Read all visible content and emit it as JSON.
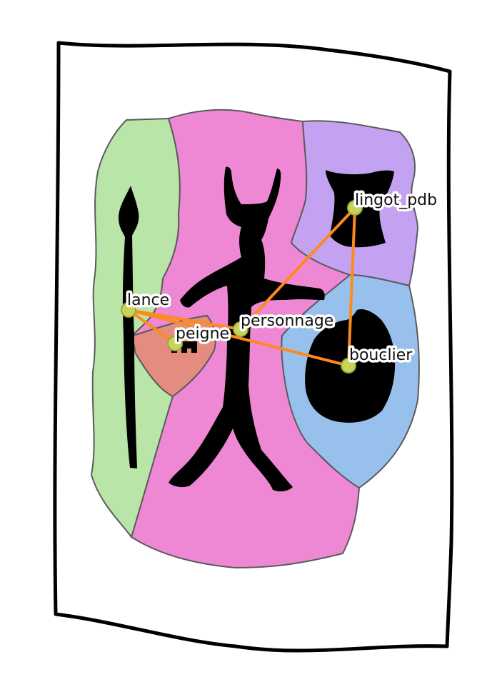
{
  "diagram": {
    "nodes": [
      {
        "id": "lance",
        "label": "lance"
      },
      {
        "id": "peigne",
        "label": "peigne"
      },
      {
        "id": "personnage",
        "label": "personnage"
      },
      {
        "id": "lingot_pdb",
        "label": "lingot_pdb"
      },
      {
        "id": "bouclier",
        "label": "bouclier"
      }
    ],
    "edges": [
      {
        "from": "lance",
        "to": "peigne"
      },
      {
        "from": "lance",
        "to": "personnage"
      },
      {
        "from": "lance",
        "to": "bouclier"
      },
      {
        "from": "personnage",
        "to": "lingot_pdb"
      },
      {
        "from": "lingot_pdb",
        "to": "bouclier"
      }
    ],
    "regions": [
      {
        "id": "lance",
        "color": "#b9e6a8"
      },
      {
        "id": "personnage",
        "color": "#ee88d4"
      },
      {
        "id": "lingot_pdb",
        "color": "#c4a2f2"
      },
      {
        "id": "bouclier",
        "color": "#97c1ec"
      },
      {
        "id": "peigne",
        "color": "#e48c80"
      }
    ],
    "colors": {
      "edge": "#ff8a1c",
      "node_fill": "#c9d35a",
      "node_stroke": "#9aa83a",
      "border": "#5b5b5b",
      "silhouette": "#000000",
      "frame": "#000000"
    }
  }
}
